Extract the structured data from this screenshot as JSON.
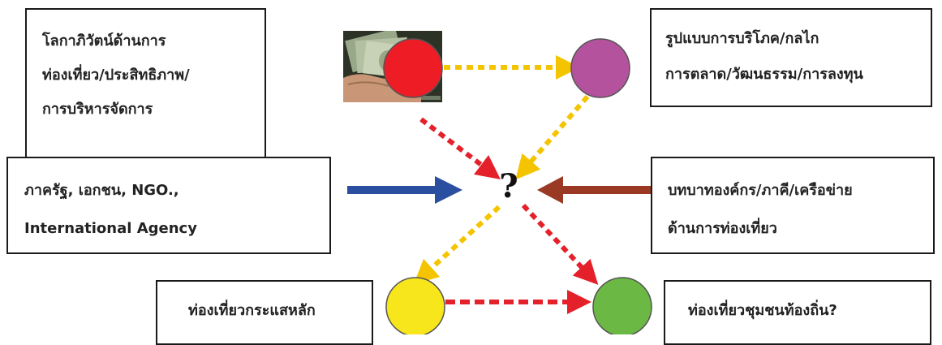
{
  "boxes": {
    "top_left": [
      "โลกาภิวัตน์ด้านการ",
      "ท่องเที่ยว/ประสิทธิภาพ/",
      "การบริหารจัดการ"
    ],
    "top_right": [
      "รูปแบบการบริโภค/กลไก",
      "การตลาด/วัฒนธรรม/การลงทุน"
    ],
    "middle_left": [
      "ภาครัฐ, เอกชน, NGO.,",
      "International Agency"
    ],
    "middle_right": [
      "บทบาทองค์กร/ภาคี/เครือข่าย",
      "ด้านการท่องเที่ยว"
    ],
    "bottom_left": "ท่องเที่ยวกระแสหลัก",
    "bottom_right": "ท่องเที่ยวชุมชนท้องถิ่น?"
  },
  "center_label": "?",
  "colors": {
    "red_node": "#ee1c24",
    "purple_node": "#b5529e",
    "yellow_node": "#f7e61b",
    "green_node": "#6cb845",
    "red_dashes": "#e4202a",
    "yellow_dashes": "#f5c400",
    "blue_arrow": "#2b4fa0",
    "brown_arrow": "#9a3a24"
  }
}
